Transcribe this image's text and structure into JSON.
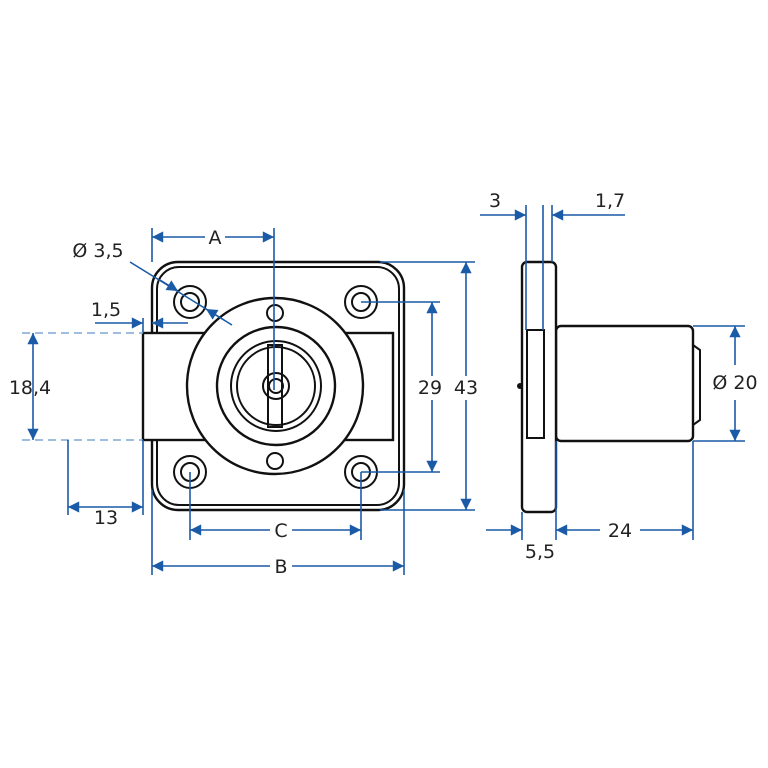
{
  "title": "Cam lock technical drawing",
  "colors": {
    "dimension": "#1a5aa6",
    "outline": "#111111"
  },
  "front_view": {
    "labels": {
      "A": "A",
      "B": "B",
      "C": "C",
      "hole_dia": "Ø 3,5",
      "offset": "1,5",
      "bolt_height": "18,4",
      "bolt_throw": "13",
      "hole_spacing": "29",
      "height": "43"
    }
  },
  "side_view": {
    "labels": {
      "flange": "3",
      "lip": "1,7",
      "total_flange": "5,5",
      "body_length": "24",
      "body_dia": "Ø 20"
    }
  }
}
